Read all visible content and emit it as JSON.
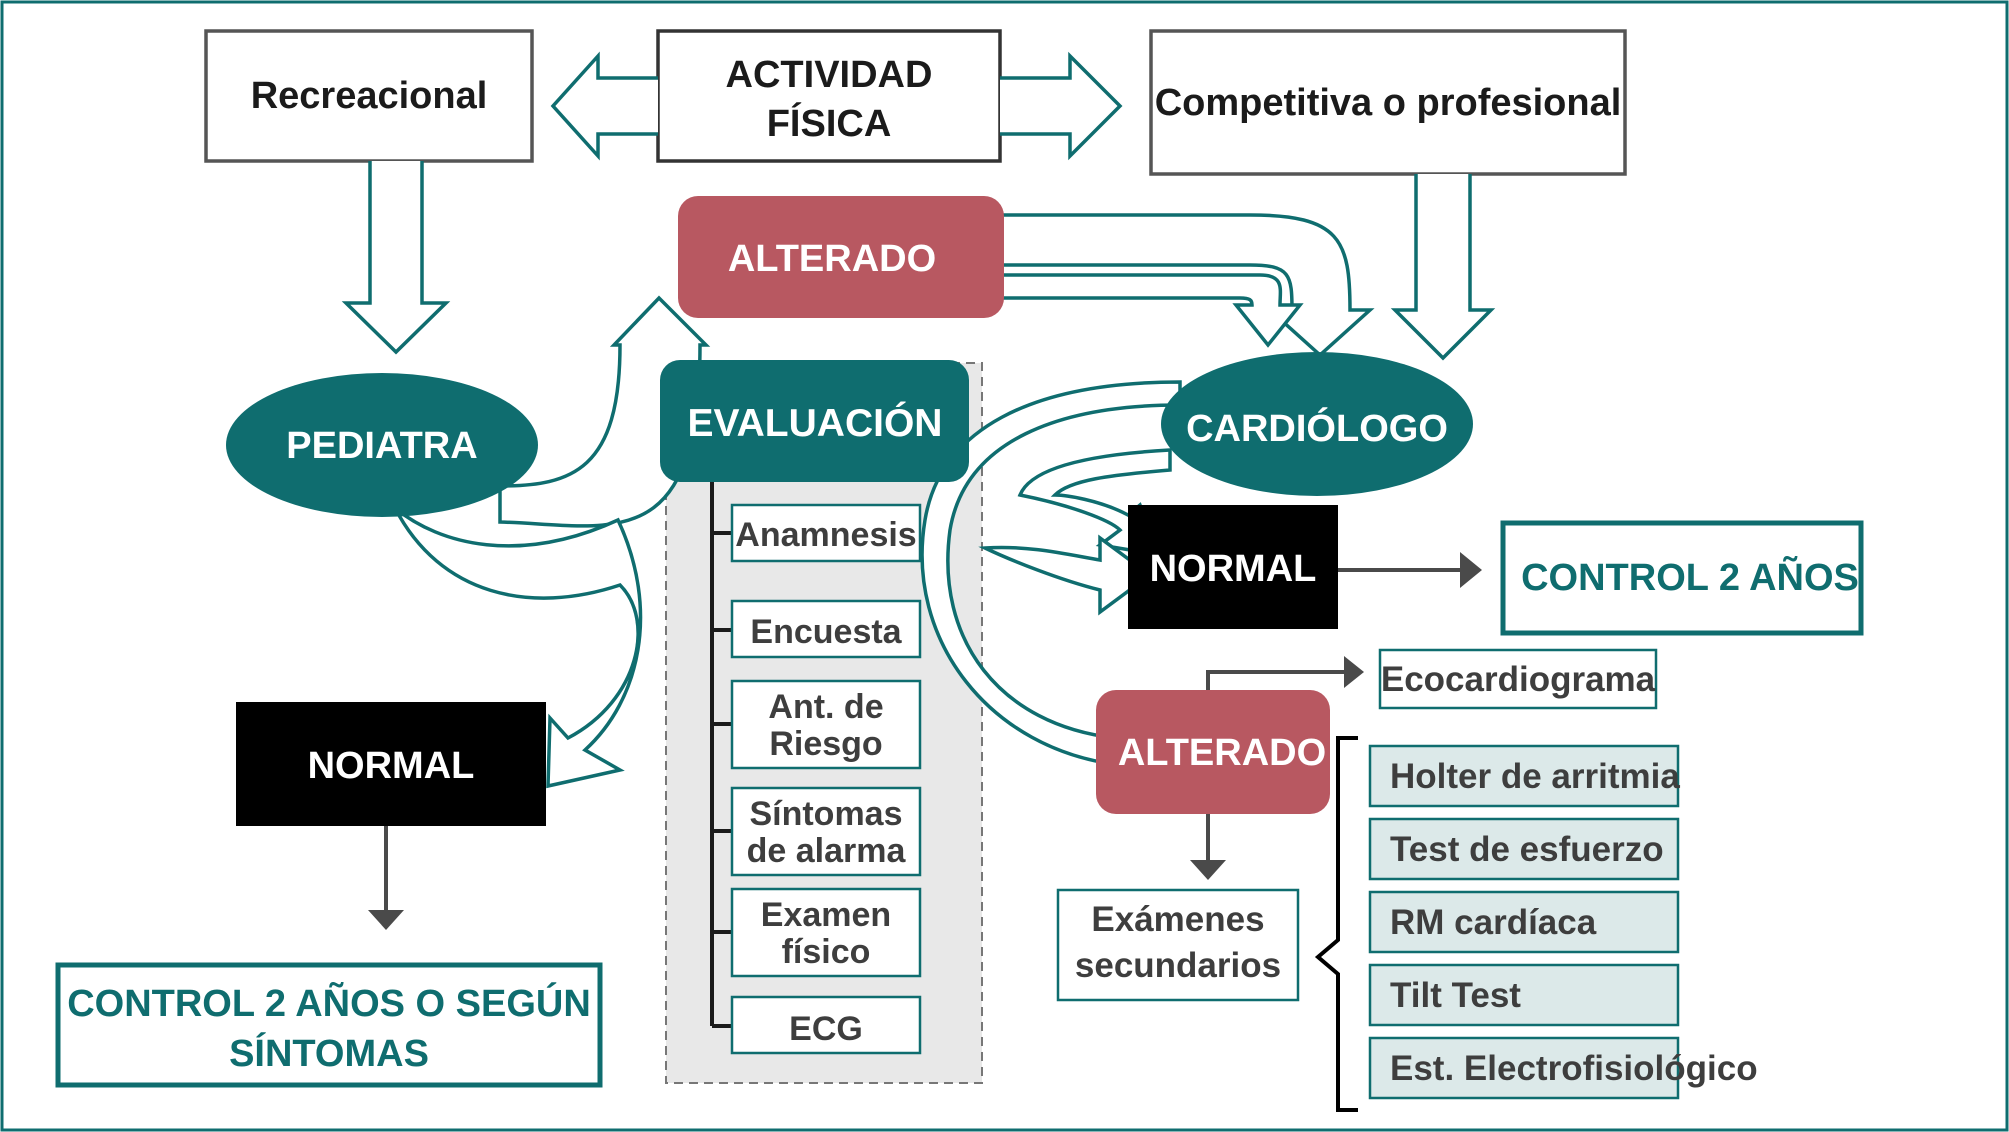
{
  "colors": {
    "teal": "#0f6d6f",
    "rose": "#b85861",
    "black": "#000000",
    "light_teal_fill": "#dce9e9",
    "evaluation_panel": "#e8e8e8",
    "connector_gray": "#4a4a4a"
  },
  "top": {
    "activity_line1": "ACTIVIDAD",
    "activity_line2": "FÍSICA",
    "recreational": "Recreacional",
    "competitive": "Competitiva o profesional"
  },
  "nodes": {
    "pediatra": "PEDIATRA",
    "cardiologo": "CARDIÓLOGO",
    "evaluacion": "EVALUACIÓN",
    "altered_top": "ALTERADO",
    "altered_right": "ALTERADO",
    "normal_left": "NORMAL",
    "normal_right": "NORMAL"
  },
  "evaluation_items": [
    {
      "line1": "Anamnesis",
      "line2": ""
    },
    {
      "line1": "Encuesta",
      "line2": ""
    },
    {
      "line1": "Ant. de",
      "line2": "Riesgo"
    },
    {
      "line1": "Síntomas",
      "line2": "de alarma"
    },
    {
      "line1": "Examen",
      "line2": "físico"
    },
    {
      "line1": "ECG",
      "line2": ""
    }
  ],
  "outcomes": {
    "control_left_line1": "CONTROL 2 AÑOS O SEGÚN",
    "control_left_line2": "SÍNTOMAS",
    "control_right": "CONTROL 2 AÑOS",
    "ecocardiograma": "Ecocardiograma",
    "secondary_line1": "Exámenes",
    "secondary_line2": "secundarios"
  },
  "secondary_exams": [
    "Holter de arritmia",
    "Test de esfuerzo",
    "RM cardíaca",
    "Tilt Test",
    "Est. Electrofisiológico"
  ]
}
